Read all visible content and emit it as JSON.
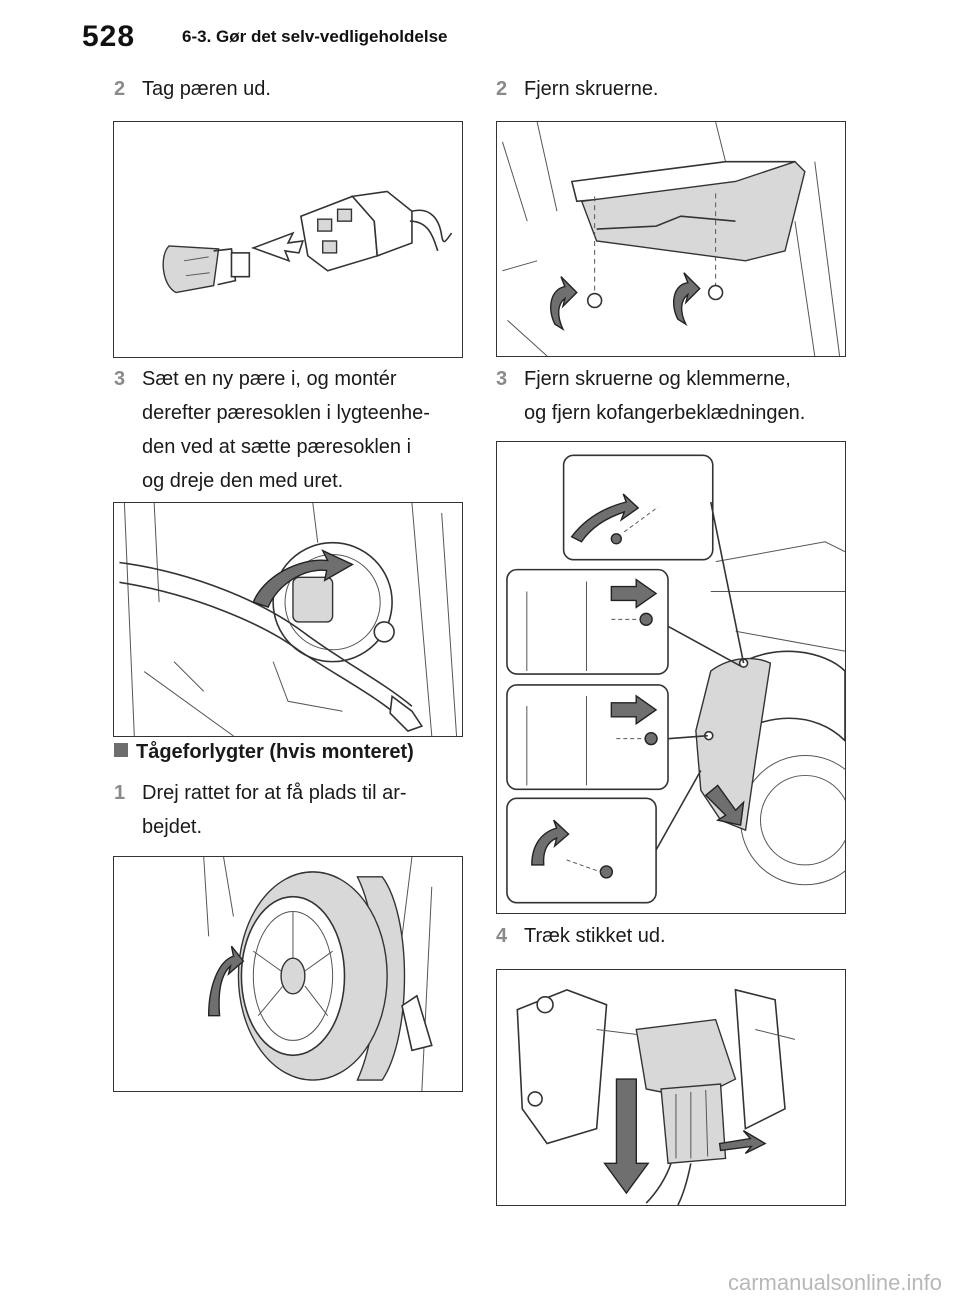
{
  "header": {
    "page_number": "528",
    "chapter_title": "6-3. Gør det selv-vedligeholdelse"
  },
  "left_column": {
    "step2": {
      "number": "2",
      "text": "Tag pæren ud."
    },
    "step3": {
      "number": "3",
      "text": "Sæt en ny pære i, og montér\nderefter pæresoklen i lygteenhe-\nden ved at sætte pæresoklen i\nog dreje den med uret."
    },
    "fog_section": {
      "heading": "Tågeforlygter (hvis monteret)"
    },
    "step1": {
      "number": "1",
      "text": "Drej rattet for at få plads til ar-\nbejdet."
    }
  },
  "right_column": {
    "step2": {
      "number": "2",
      "text": "Fjern skruerne."
    },
    "step3": {
      "number": "3",
      "text": "Fjern skruerne og klemmerne,\nog fjern kofangerbeklædningen."
    },
    "step4": {
      "number": "4",
      "text": "Træk stikket ud."
    }
  },
  "footer": {
    "watermark": "carmanualsonline.info"
  }
}
